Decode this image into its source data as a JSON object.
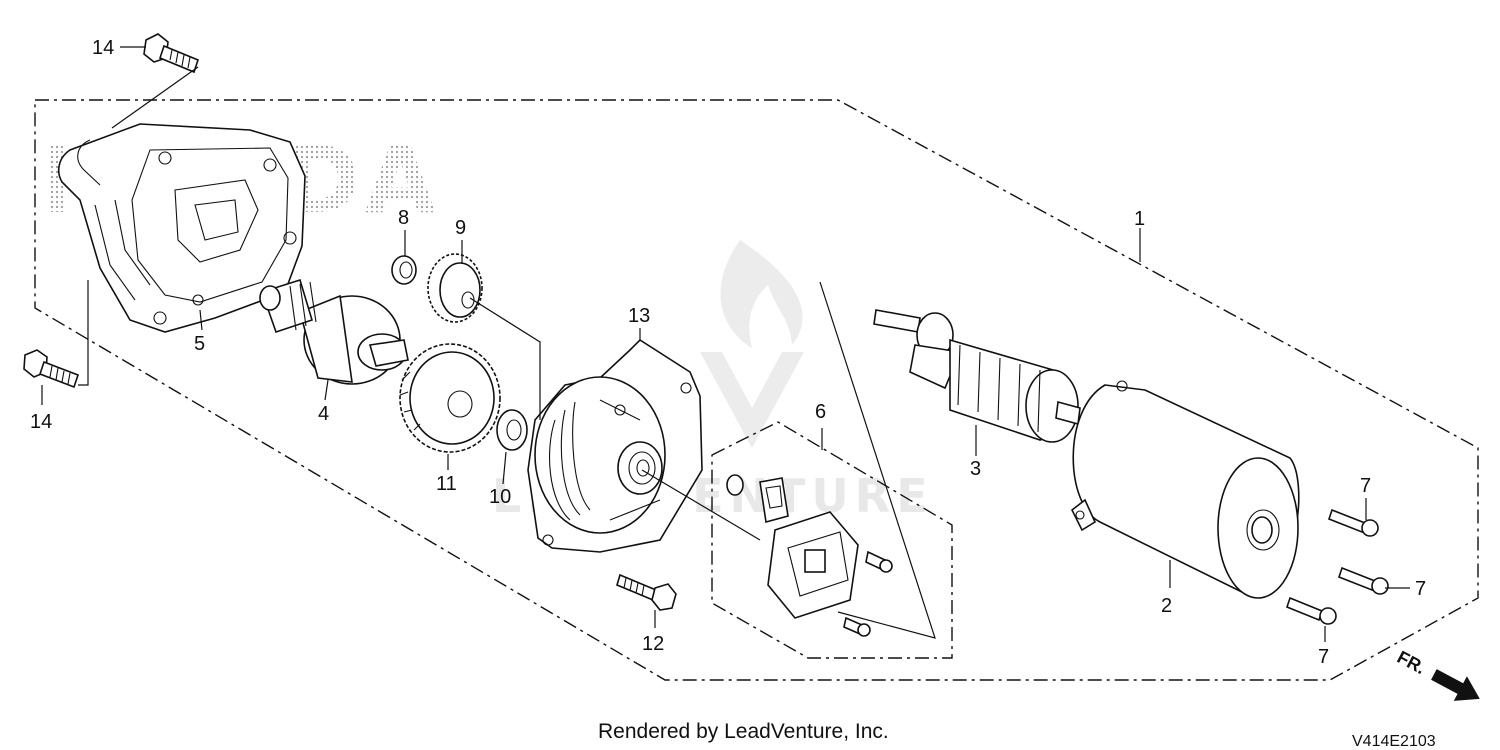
{
  "watermarks": {
    "brand_logo": "HONDA",
    "vendor_logo": "LEADVENTURE"
  },
  "callouts": {
    "p1": "1",
    "p2": "2",
    "p3": "3",
    "p4": "4",
    "p5": "5",
    "p6": "6",
    "p7a": "7",
    "p7b": "7",
    "p7c": "7",
    "p8": "8",
    "p9": "9",
    "p10": "10",
    "p11": "11",
    "p12": "12",
    "p13": "13",
    "p14a": "14",
    "p14b": "14"
  },
  "direction": {
    "label": "FR."
  },
  "footer": {
    "credit": "Rendered by LeadVenture, Inc.",
    "diagram_code": "V414E2103"
  }
}
